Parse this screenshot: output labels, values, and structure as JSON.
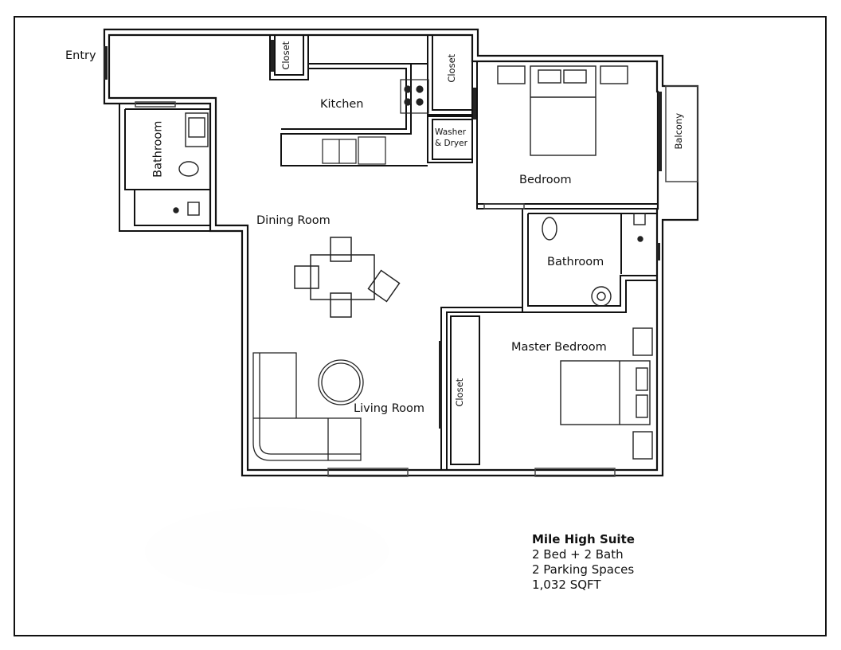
{
  "plan": {
    "name": "Mile High Suite",
    "rooms": [
      {
        "id": "entry",
        "label": "Entry"
      },
      {
        "id": "closet-entry",
        "label": "Closet"
      },
      {
        "id": "kitchen",
        "label": "Kitchen"
      },
      {
        "id": "closet-hall",
        "label": "Closet"
      },
      {
        "id": "washer-dryer",
        "label": "Washer\n& Dryer",
        "line1": "Washer",
        "line2": "& Dryer"
      },
      {
        "id": "bedroom",
        "label": "Bedroom"
      },
      {
        "id": "balcony",
        "label": "Balcony"
      },
      {
        "id": "bathroom-1",
        "label": "Bathroom"
      },
      {
        "id": "dining-room",
        "label": "Dining Room"
      },
      {
        "id": "bathroom-2",
        "label": "Bathroom"
      },
      {
        "id": "master-bedroom",
        "label": "Master Bedroom"
      },
      {
        "id": "closet-master",
        "label": "Closet"
      },
      {
        "id": "living-room",
        "label": "Living Room"
      }
    ]
  },
  "legend": {
    "title": "Mile High Suite",
    "line1": "2 Bed + 2 Bath",
    "line2": "2 Parking Spaces",
    "line3": "1,032 SQFT"
  },
  "colors": {
    "wall": "#111111",
    "background": "#ffffff",
    "fixture": "#333333"
  }
}
